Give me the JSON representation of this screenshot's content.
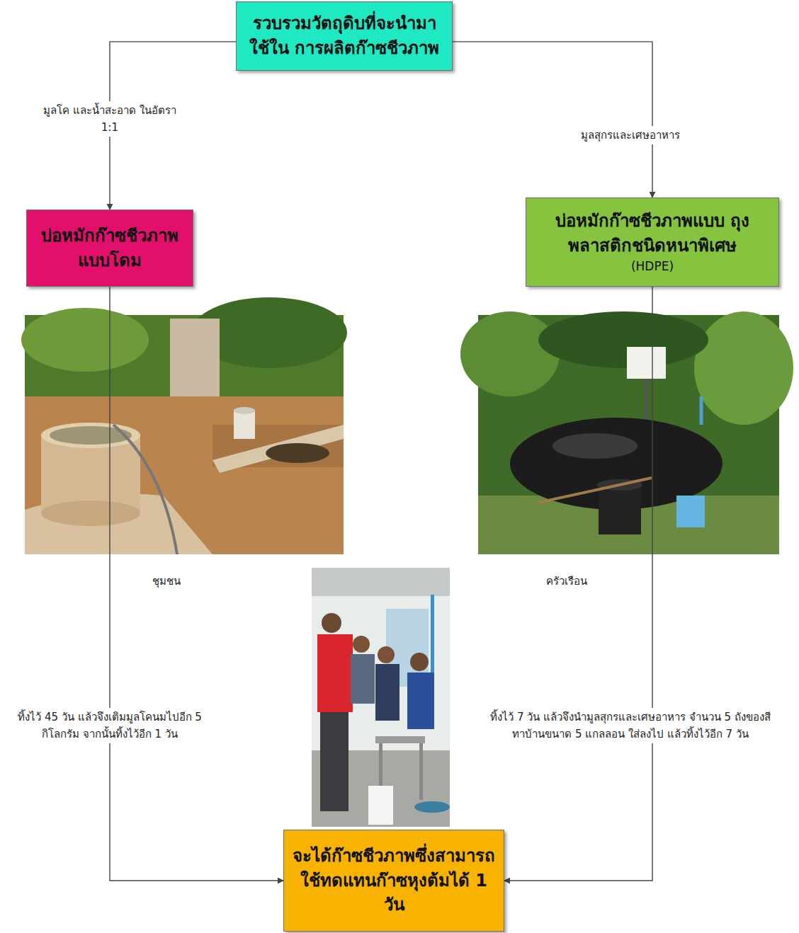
{
  "diagram": {
    "nodes": [
      {
        "text": [
          "รวบรวมวัตถุดิบที่จะนำมาใช้ใน การผลิตก๊าซชีวภาพ"
        ]
      },
      {
        "text": [
          "บ่อหมักก๊าซชีวภาพ แบบโดม"
        ]
      },
      {
        "text": [
          "บ่อหมักก๊าซชีวภาพแบบ ถุงพลาสติกชนิดหนาพิเศษ",
          "(HDPE)"
        ]
      },
      {
        "text": [
          "จะได้ก๊าซชีวภาพซึ่งสามารถ ใช้ทดแทนก๊าซหุงต้มได้ 1 วัน"
        ]
      }
    ],
    "edges": [
      {
        "from": 0,
        "to": 1,
        "arrow": "to",
        "label": "มูลโค และน้ำสะอาด ในอัตรา 1:1"
      },
      {
        "from": 0,
        "to": 2,
        "arrow": "to",
        "label": "มูลสุกรและเศษอาหาร"
      },
      {
        "from": 1,
        "to": 3,
        "arrow": "to",
        "label": "ทิ้งไว้ 45 วัน แล้วจึงเติมมูลโคนมไปอีก 5 กิโลกรัม จากนั้นทิ้งไว้อีก 1 วัน"
      },
      {
        "from": 2,
        "to": 3,
        "arrow": "to",
        "label": "ทิ้งไว้ 7 วัน แล้วจึงนำมูลสุกรและเศษอาหาร จำนวน 5 ถังของสีทาบ้านขนาด 5 แกลลอน ใส่ลงไป แล้วทิ้งไว้อีก 7 วัน"
      }
    ],
    "labels": [
      "ชุมชน",
      "ครัวเรือน"
    ]
  }
}
